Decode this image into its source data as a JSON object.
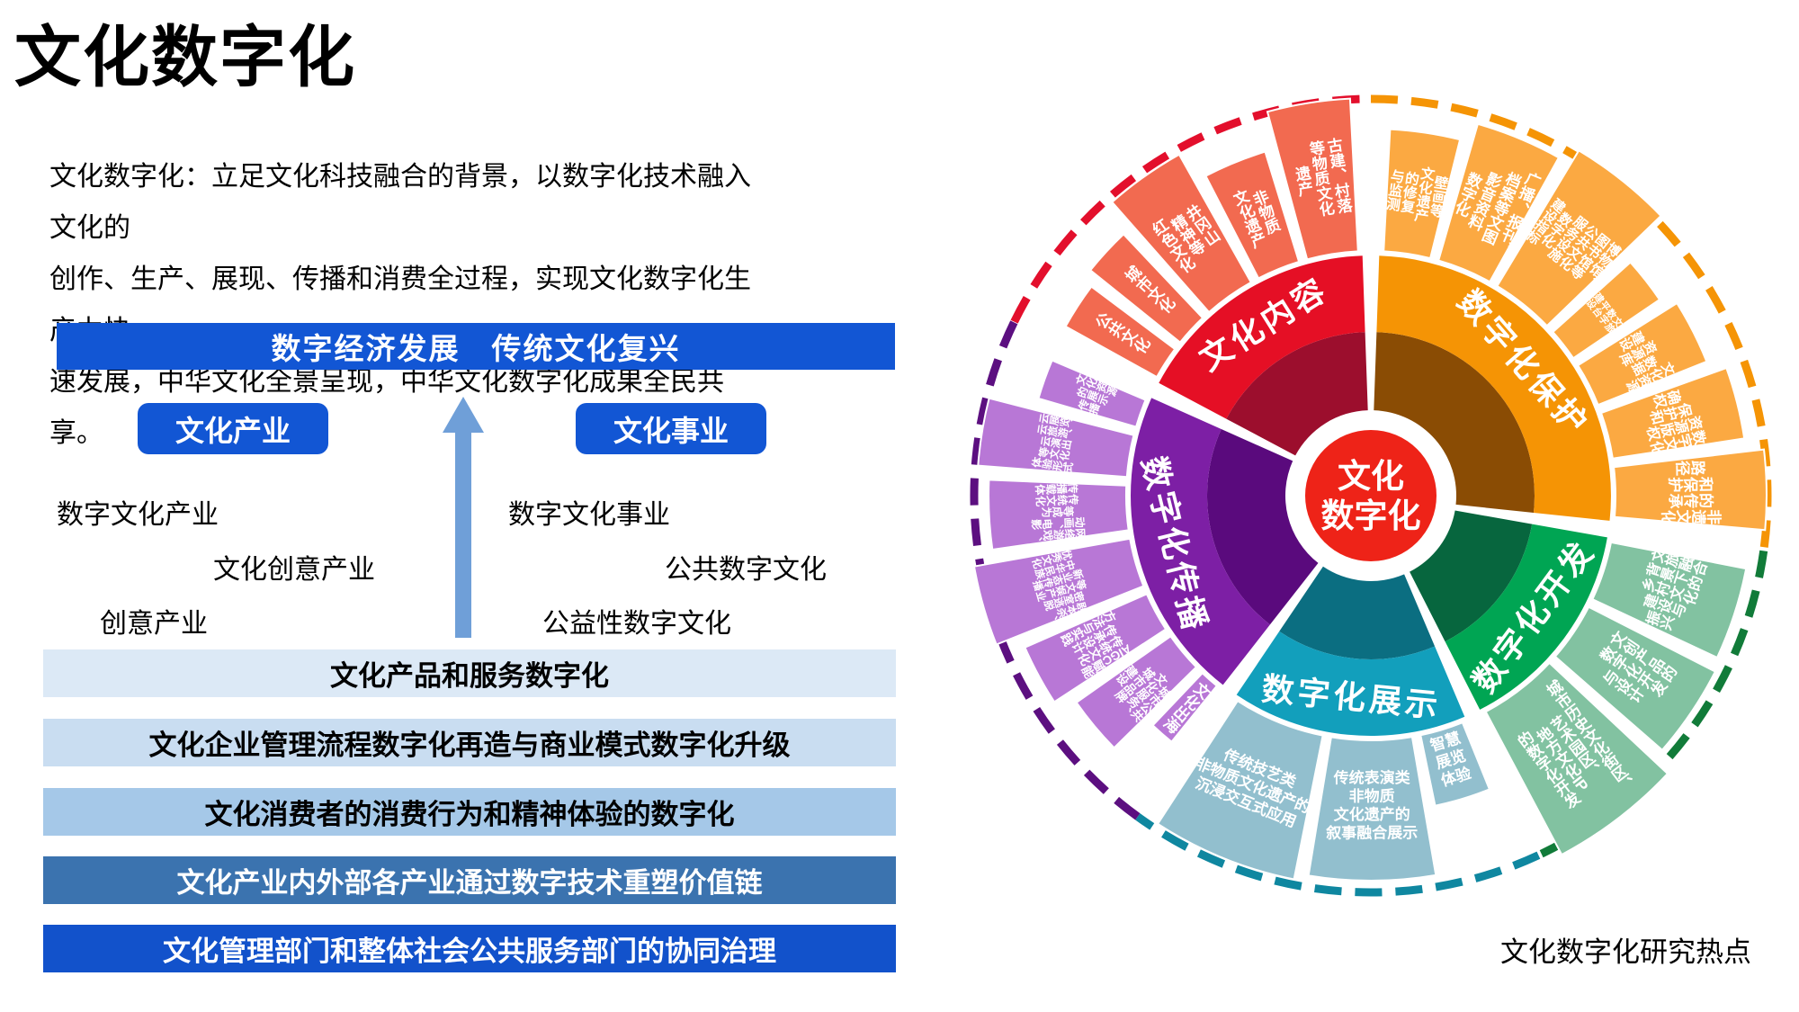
{
  "header": {
    "title": "文化数字化"
  },
  "intro": {
    "lines": [
      "文化数字化：立足文化科技融合的背景，以数字化技术融入文化的",
      "创作、生产、展现、传播和消费全过程，实现文化数字化生产力快",
      "速发展，中华文化全景呈现，中华文化数字化成果全民共享。"
    ]
  },
  "banner": {
    "label": "数字经济发展　传统文化复兴",
    "bg": "#1256d4"
  },
  "flow": {
    "industry_button": "文化产业",
    "public_button": "文化事业",
    "button_bg": "#1256d4",
    "arrow_color": "#6f9fd8",
    "industry_items": [
      "数字文化产业",
      "文化创意产业",
      "创意产业"
    ],
    "public_items": [
      "数字文化事业",
      "公共数字文化",
      "公益性数字文化"
    ]
  },
  "levels": [
    {
      "label": "文化产品和服务数字化",
      "bg": "#dce9f6",
      "fg": "#000000"
    },
    {
      "label": "文化企业管理流程数字化再造与商业模式数字化升级",
      "bg": "#c9ddf1",
      "fg": "#000000"
    },
    {
      "label": "文化消费者的消费行为和精神体验的数字化",
      "bg": "#a5c8e8",
      "fg": "#000000"
    },
    {
      "label": "文化产业内外部各产业通过数字技术重塑价值链",
      "bg": "#3b73af",
      "fg": "#ffffff"
    },
    {
      "label": "文化管理部门和整体社会公共服务部门的协同治理",
      "bg": "#1252cb",
      "fg": "#ffffff"
    }
  ],
  "footer": {
    "caption": "文化数字化研究热点"
  },
  "chart_data": {
    "type": "sunburst",
    "title": "文化数字化研究热点",
    "center_label_lines": [
      "文化",
      "数字化"
    ],
    "center_color": "#ee2318",
    "sections": [
      {
        "name": "文化内容",
        "a0": 298,
        "a1": 358,
        "dash0": 296,
        "dash1": 360,
        "color": "#e50f25",
        "dark": "#9c0e2d",
        "petal_fill": "#f26a50",
        "dash": "#e30f2c",
        "petals": [
          {
            "label": "公共文化",
            "r": 388,
            "w": 0.8
          },
          {
            "label": "城市文化",
            "r": 400,
            "w": 0.8
          },
          {
            "label": "井冈山\n精神等\n红色文化",
            "r": 435,
            "w": 1.15
          },
          {
            "label": "非物质\n文化遗产",
            "r": 400,
            "w": 1.0
          },
          {
            "label": "古建、村落\n等物质文化\n遗产",
            "r": 442,
            "w": 1.15
          }
        ]
      },
      {
        "name": "数字化保护",
        "a0": 2,
        "a1": 96,
        "dash0": 0,
        "dash1": 98,
        "color": "#f59405",
        "dark": "#8a4c04",
        "petal_fill": "#fba942",
        "dash": "#f59405",
        "petals": [
          {
            "label": "壁画等\n文化遗产\n的修复\n与监测",
            "r": 408,
            "w": 1.0
          },
          {
            "label": "广播、报刊、\n档案等文图\n影音资料\n数字化",
            "r": 430,
            "w": 1.15
          },
          {
            "label": "博物馆、\n图书馆等\n公共文化\n服务设施\n数字化\n建设指标",
            "r": 448,
            "w": 1.3
          },
          {
            "label": "文旅\n数字\n平台\n建设",
            "r": 388,
            "w": 0.75
          },
          {
            "label": "文化资源\n数据\n资源库\n建设",
            "r": 402,
            "w": 0.95
          },
          {
            "label": "数字文化\n资源版权\n保护和\n确权",
            "r": 420,
            "w": 1.0
          },
          {
            "label": "非遗文化\n的传承\n和保护\n路径",
            "r": 440,
            "w": 1.05
          }
        ]
      },
      {
        "name": "数字化开发",
        "a0": 100,
        "a1": 153,
        "dash0": 98,
        "dash1": 155,
        "color": "#00a553",
        "dark": "#07663e",
        "petal_fill": "#82c2a1",
        "dash": "#117b39",
        "petals": [
          {
            "label": "文旅融合\n背景下的\n乡村文化\n建设与\n振兴",
            "r": 425,
            "w": 1.0
          },
          {
            "label": "文创产品的\n数字化开发\n与设计",
            "r": 430,
            "w": 1.0
          },
          {
            "label": "城市历史文化街区、\n艺术园区、\n地方文化IP\n的数字化开发",
            "r": 452,
            "w": 1.3
          }
        ]
      },
      {
        "name": "数字化展示",
        "a0": 157,
        "a1": 214,
        "dash0": 155,
        "dash1": 216,
        "color": "#129fbc",
        "dark": "#0b6e81",
        "petal_fill": "#92bfce",
        "dash": "#0f87a0",
        "petals": [
          {
            "label": "智慧\n展览\n体验",
            "r": 352,
            "w": 0.7
          },
          {
            "label": "传统表演类\n非物质\n文化遗产的\n叙事融合展示",
            "r": 428,
            "w": 1.2
          },
          {
            "label": "传统技艺类\n非物质文化遗产的\n沉浸交互式应用",
            "r": 435,
            "w": 1.35
          }
        ]
      },
      {
        "name": "数字化传播",
        "a0": 218,
        "a1": 294,
        "dash0": 216,
        "dash1": 296,
        "color": "#7d1fa5",
        "dark": "#5a0a7d",
        "petal_fill": "#b877d6",
        "dash": "#5c0f80",
        "petals": [
          {
            "label": "文化出海",
            "r": 352,
            "w": 0.6
          },
          {
            "label": "城市公共\n文化服务、\n城市品牌\n建设",
            "r": 400,
            "w": 1.05
          },
          {
            "label": "AIGC赋能\n传统文化\n传承设计\n方法与实践",
            "r": 420,
            "w": 1.05
          },
          {
            "label": "剧本杀、\n密室逃脱\n等文娱产业\n新业态传播\n中华民族\n优秀文化",
            "r": 448,
            "w": 1.25
          },
          {
            "label": "网络游戏、\n动画、电影\n等成为\n传统文化\n传播载体",
            "r": 425,
            "w": 1.15
          },
          {
            "label": "云展览、\n云旅游、\n云演出\n等文化\n体验形式",
            "r": 438,
            "w": 1.1
          },
          {
            "label": "文化资源\n的展示\n传播",
            "r": 385,
            "w": 0.8
          }
        ]
      }
    ]
  }
}
